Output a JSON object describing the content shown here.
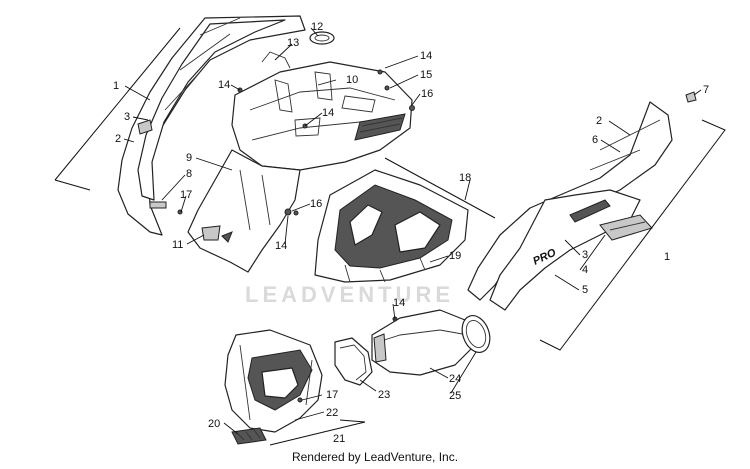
{
  "callouts": {
    "c1_left": "1",
    "c1_right": "1",
    "c2_left": "2",
    "c2_right": "2",
    "c3_left": "3",
    "c3_right": "3",
    "c4": "4",
    "c5": "5",
    "c6": "6",
    "c7": "7",
    "c8": "8",
    "c9": "9",
    "c10": "10",
    "c11": "11",
    "c12": "12",
    "c13": "13",
    "c14_a": "14",
    "c14_b": "14",
    "c14_c": "14",
    "c14_d": "14",
    "c14_e": "14",
    "c15": "15",
    "c16_a": "16",
    "c16_b": "16",
    "c17_a": "17",
    "c17_b": "17",
    "c18": "18",
    "c19": "19",
    "c20": "20",
    "c21": "21",
    "c22": "22",
    "c23": "23",
    "c24": "24",
    "c25": "25"
  },
  "watermark": "LEADVENTURE",
  "decal_text": "PRO",
  "credit": "Rendered by LeadVenture, Inc."
}
